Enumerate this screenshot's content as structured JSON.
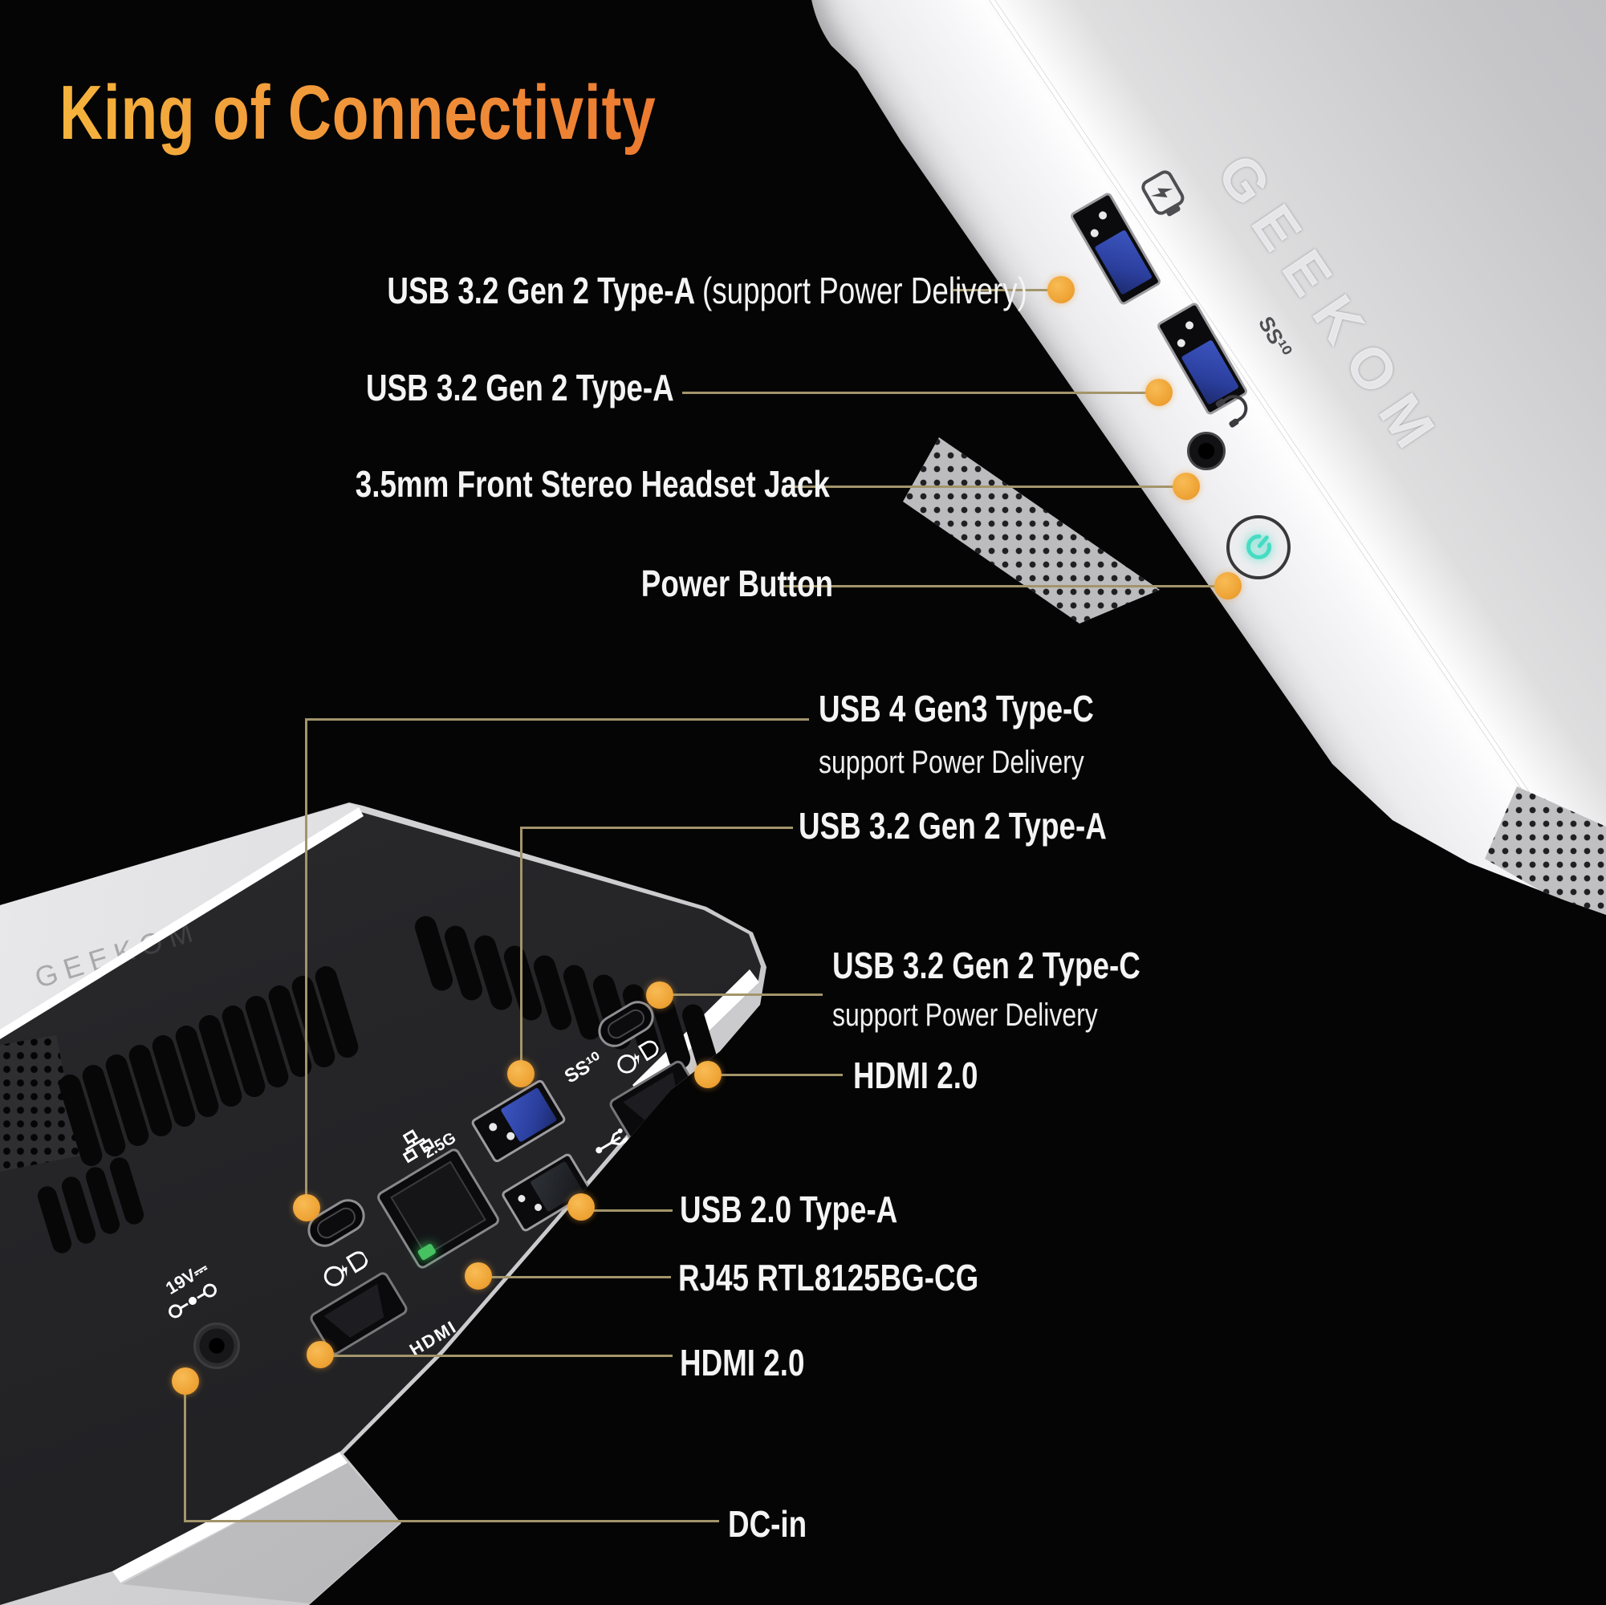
{
  "title": "King of Connectivity",
  "brand": "GEEKOM",
  "front_view": {
    "callouts": [
      {
        "label": "USB 3.2 Gen 2 Type-A",
        "note": "(support Power Delivery)"
      },
      {
        "label": "USB 3.2 Gen 2 Type-A"
      },
      {
        "label": "3.5mm Front Stereo Headset Jack"
      },
      {
        "label": "Power Button"
      }
    ]
  },
  "rear_view": {
    "callouts": [
      {
        "label": "USB 4 Gen3 Type-C",
        "note": "support Power Delivery"
      },
      {
        "label": "USB 3.2 Gen 2 Type-A"
      },
      {
        "label": "USB 3.2 Gen 2 Type-C",
        "note": "support Power Delivery"
      },
      {
        "label": "HDMI 2.0"
      },
      {
        "label": "USB 2.0 Type-A"
      },
      {
        "label": "RJ45 RTL8125BG-CG"
      },
      {
        "label": "HDMI 2.0"
      },
      {
        "label": "DC-in"
      }
    ]
  },
  "port_markings": {
    "ss10": "SS¹⁰",
    "hdmi": "HDMI",
    "eth": "2.5G",
    "dc_voltage": "19V⎓"
  },
  "colors": {
    "background": "#050505",
    "line": "#a3956b",
    "dot": "#f0a33c",
    "title_gradient_from": "#f5b33c",
    "title_gradient_to": "#ec7a30",
    "power_glyph": "#45dcc3",
    "usb_tongue_blue": "#2b3f9e",
    "label_text": "#f4f4f4"
  }
}
